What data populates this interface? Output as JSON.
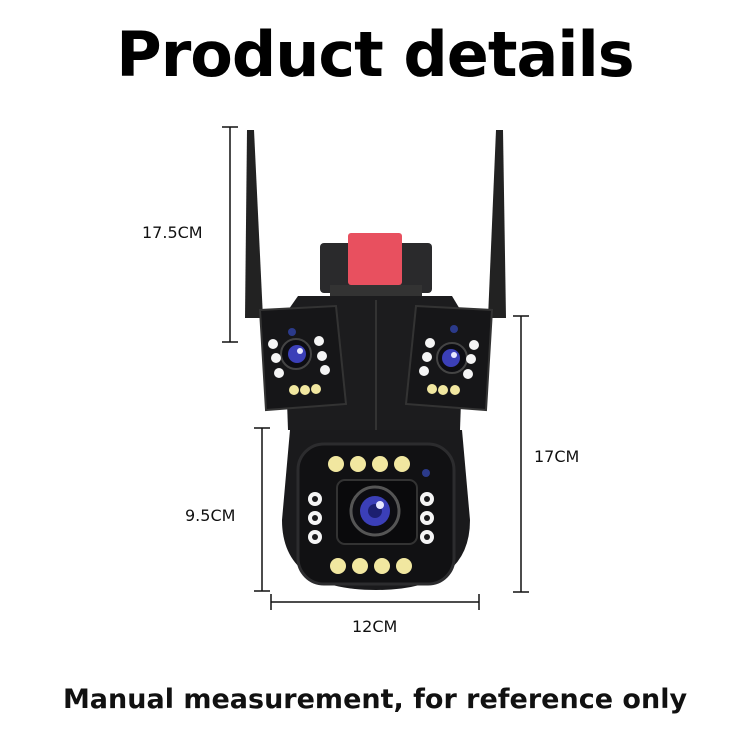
{
  "header": {
    "title": "Product details"
  },
  "dimensions": {
    "antenna_height": "17.5CM",
    "lower_body_height": "9.5CM",
    "total_height": "17CM",
    "width": "12CM"
  },
  "footer": {
    "note": "Manual measurement, for reference only"
  },
  "colors": {
    "body": "#1c1c1e",
    "accent_red": "#e8505f",
    "lens_blue": "#3b3fb8",
    "led_yellow": "#f1e7a0",
    "led_white": "#f5f5f5"
  }
}
